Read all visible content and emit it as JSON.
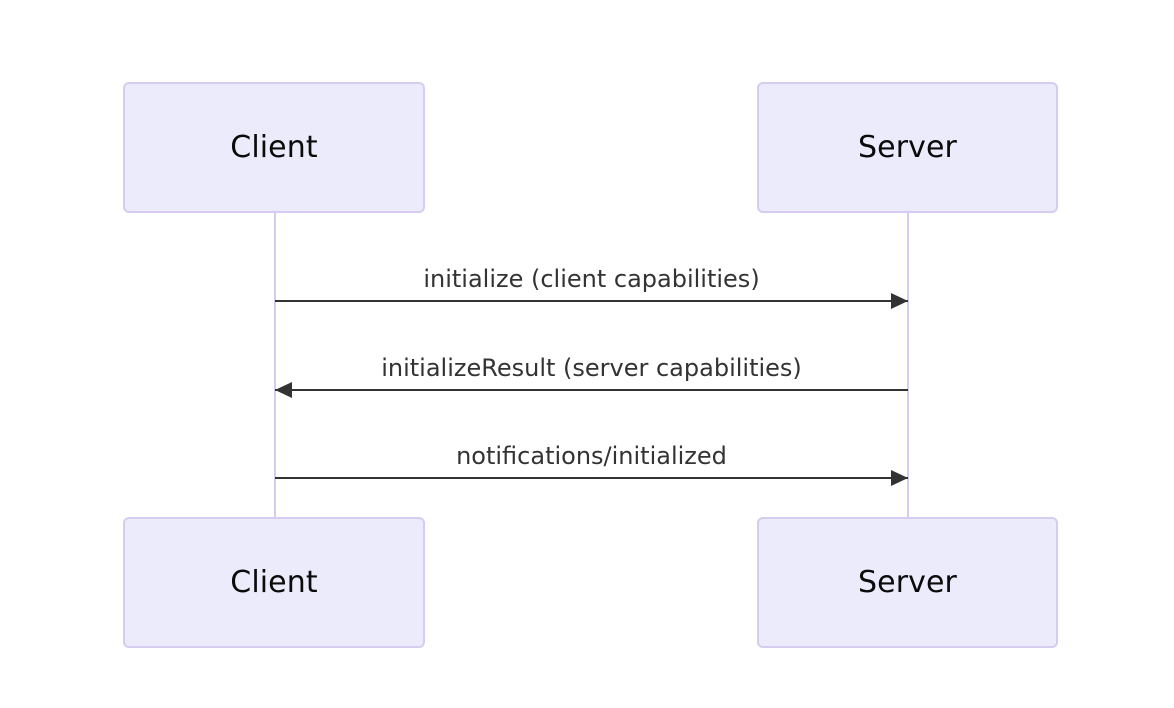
{
  "diagram": {
    "type": "sequence-diagram",
    "background_color": "#ffffff",
    "participants": [
      {
        "id": "client",
        "label": "Client"
      },
      {
        "id": "server",
        "label": "Server"
      }
    ],
    "box_fill_color": "#ecebfb",
    "box_border_color": "#d5ccf0",
    "lifeline_color": "#d5ccf0",
    "arrow_color": "#333333",
    "label_text_color": "#333333",
    "participant_text_color": "#0b0b0b",
    "messages": [
      {
        "label": "initialize (client capabilities)",
        "from": "client",
        "to": "server",
        "direction": "right",
        "arrow_style": "solid"
      },
      {
        "label": "initializeResult (server capabilities)",
        "from": "server",
        "to": "client",
        "direction": "left",
        "arrow_style": "solid"
      },
      {
        "label": "notifications/initialized",
        "from": "client",
        "to": "server",
        "direction": "right",
        "arrow_style": "solid"
      }
    ]
  }
}
